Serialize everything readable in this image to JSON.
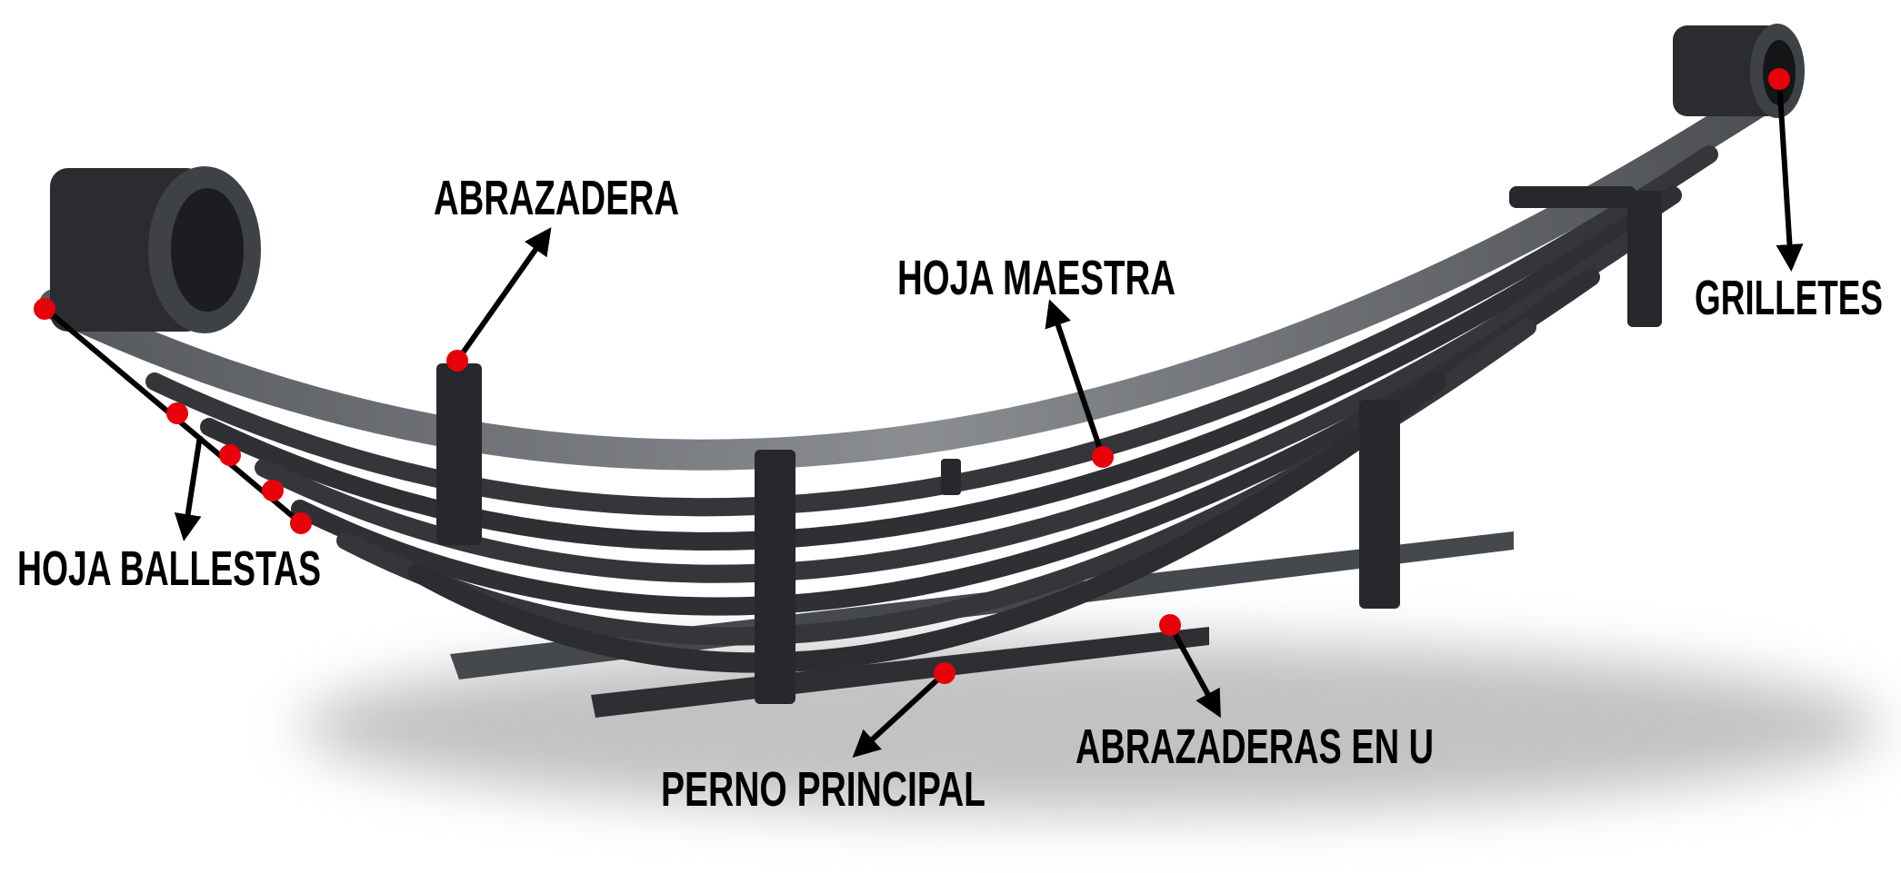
{
  "title": "Leaf spring parts diagram",
  "labels": {
    "abrazadera": "ABRAZADERA",
    "hoja_maestra": "HOJA MAESTRA",
    "grilletes": "GRILLETES",
    "hoja_ballestas": "HOJA BALLESTAS",
    "perno_principal": "PERNO PRINCIPAL",
    "abrazaderas_en_u": "ABRAZADERAS EN U"
  },
  "colors": {
    "marker": "#e8000b",
    "arrow": "#000000",
    "steel": "#3a3c40"
  }
}
